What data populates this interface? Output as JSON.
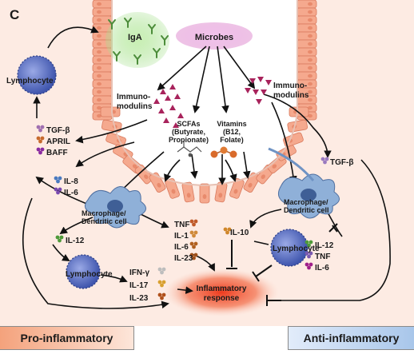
{
  "panel_letter": "C",
  "labels": {
    "iga": "IgA",
    "microbes": "Microbes",
    "immunomodulins_left": [
      "Immuno-",
      "modulins"
    ],
    "immunomodulins_right": [
      "Immuno-",
      "modulins"
    ],
    "scfas": [
      "SCFAs",
      "(Butyrate,",
      "Propionate)"
    ],
    "vitamins": [
      "Vitamins",
      "(B12,",
      "Folate)"
    ],
    "lymphocyte_top": "Lymphocyte",
    "lymphocyte_mid": "Lymphocyte",
    "lymphocyte_right": "Lymphocyte",
    "tgf_left": "TGF-β",
    "april": "APRIL",
    "baff": "BAFF",
    "il8": "IL-8",
    "il6_left": "IL-6",
    "macrophage_left": [
      "Macrophage/",
      "Dendritic cell"
    ],
    "macrophage_right": [
      "Macrophage/",
      "Dendritic cell"
    ],
    "il12_left": "IL-12",
    "tnf_left": "TNF",
    "il1": "IL-1",
    "il6_mid": "IL-6",
    "il23_mid": "IL-23",
    "ifn": "IFN-γ",
    "il17": "IL-17",
    "il23_low": "IL-23",
    "inflammatory_response": [
      "Inflammatory",
      "response"
    ],
    "tgf_right": "TGF-β",
    "il10": "IL-10",
    "il12_right": "IL-12",
    "tnf_right": "TNF",
    "il6_right": "IL-6"
  },
  "footer": {
    "pro": "Pro-inflammatory",
    "anti": "Anti-inflammatory"
  },
  "colors": {
    "epithelium_cell": "#f5a98e",
    "epithelium_edge": "#d97a5e",
    "microbes_blob": "#e7a6dc",
    "iga_blob": "#a6e08e",
    "immunomodulin": "#a8235c",
    "lymphocyte": "#5a6fc2",
    "macrophage": "#8fb0d8",
    "inflammation": "#ef4a2a",
    "arrow": "#111111"
  },
  "icons": [
    "iga-antibody-icon",
    "immunomodulin-triangle-icon",
    "scfa-molecule-icon",
    "vitamin-molecule-icon",
    "cytokine-dots-icon"
  ]
}
